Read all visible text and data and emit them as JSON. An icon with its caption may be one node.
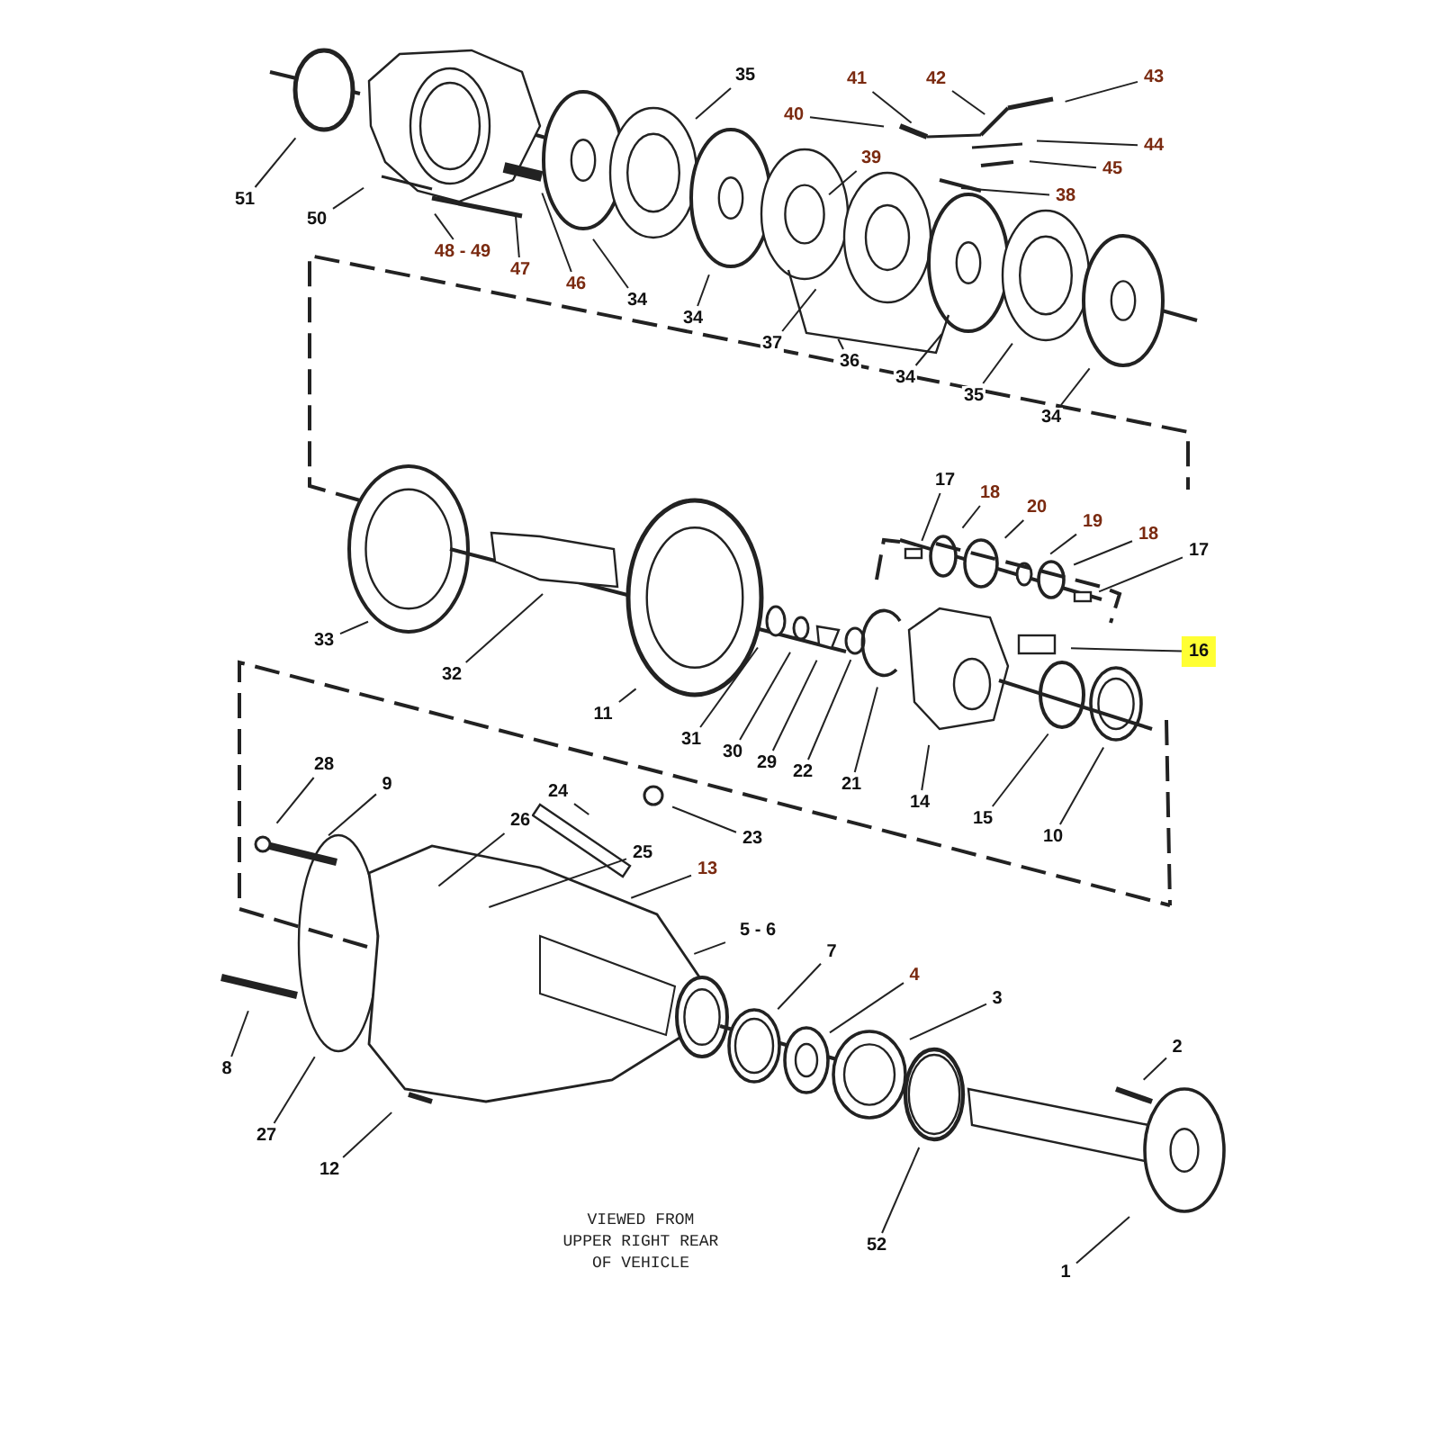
{
  "diagram": {
    "nodes": [
      {
        "text": [
          "51"
        ]
      },
      {
        "text": [
          "50"
        ]
      },
      {
        "text": [
          "48 - 49"
        ]
      },
      {
        "text": [
          "47"
        ]
      },
      {
        "text": [
          "46"
        ]
      },
      {
        "text": [
          "35"
        ]
      },
      {
        "text": [
          "34"
        ]
      },
      {
        "text": [
          "34"
        ]
      },
      {
        "text": [
          "37"
        ]
      },
      {
        "text": [
          "36"
        ]
      },
      {
        "text": [
          "34"
        ]
      },
      {
        "text": [
          "35"
        ]
      },
      {
        "text": [
          "34"
        ]
      },
      {
        "text": [
          "41"
        ]
      },
      {
        "text": [
          "42"
        ]
      },
      {
        "text": [
          "43"
        ]
      },
      {
        "text": [
          "40"
        ]
      },
      {
        "text": [
          "44"
        ]
      },
      {
        "text": [
          "45"
        ]
      },
      {
        "text": [
          "39"
        ]
      },
      {
        "text": [
          "38"
        ]
      },
      {
        "text": [
          "17"
        ]
      },
      {
        "text": [
          "18"
        ]
      },
      {
        "text": [
          "20"
        ]
      },
      {
        "text": [
          "19"
        ]
      },
      {
        "text": [
          "18"
        ]
      },
      {
        "text": [
          "17"
        ]
      },
      {
        "text": [
          "16"
        ]
      },
      {
        "text": [
          "33"
        ]
      },
      {
        "text": [
          "32"
        ]
      },
      {
        "text": [
          "11"
        ]
      },
      {
        "text": [
          "31"
        ]
      },
      {
        "text": [
          "30"
        ]
      },
      {
        "text": [
          "29"
        ]
      },
      {
        "text": [
          "22"
        ]
      },
      {
        "text": [
          "21"
        ]
      },
      {
        "text": [
          "14"
        ]
      },
      {
        "text": [
          "15"
        ]
      },
      {
        "text": [
          "10"
        ]
      },
      {
        "text": [
          "28"
        ]
      },
      {
        "text": [
          "9"
        ]
      },
      {
        "text": [
          "24"
        ]
      },
      {
        "text": [
          "23"
        ]
      },
      {
        "text": [
          "26"
        ]
      },
      {
        "text": [
          "25"
        ]
      },
      {
        "text": [
          "13"
        ]
      },
      {
        "text": [
          "5 - 6"
        ]
      },
      {
        "text": [
          "7"
        ]
      },
      {
        "text": [
          "4"
        ]
      },
      {
        "text": [
          "3"
        ]
      },
      {
        "text": [
          "2"
        ]
      },
      {
        "text": [
          "8"
        ]
      },
      {
        "text": [
          "27"
        ]
      },
      {
        "text": [
          "12"
        ]
      },
      {
        "text": [
          "52"
        ]
      },
      {
        "text": [
          "1"
        ]
      }
    ],
    "edges": [
      {
        "from": 0,
        "to": null,
        "arrow": "none"
      },
      {
        "from": 1,
        "to": null,
        "arrow": "none"
      },
      {
        "from": 2,
        "to": null,
        "arrow": "none"
      },
      {
        "from": 3,
        "to": null,
        "arrow": "none"
      },
      {
        "from": 4,
        "to": null,
        "arrow": "none"
      },
      {
        "from": 5,
        "to": null,
        "arrow": "none"
      },
      {
        "from": 6,
        "to": null,
        "arrow": "none"
      },
      {
        "from": 7,
        "to": null,
        "arrow": "none"
      },
      {
        "from": 8,
        "to": null,
        "arrow": "none"
      },
      {
        "from": 9,
        "to": null,
        "arrow": "none"
      },
      {
        "from": 10,
        "to": null,
        "arrow": "none"
      },
      {
        "from": 11,
        "to": null,
        "arrow": "none"
      },
      {
        "from": 12,
        "to": null,
        "arrow": "none"
      },
      {
        "from": 13,
        "to": null,
        "arrow": "none"
      },
      {
        "from": 14,
        "to": null,
        "arrow": "none"
      },
      {
        "from": 15,
        "to": null,
        "arrow": "none"
      },
      {
        "from": 16,
        "to": null,
        "arrow": "none"
      },
      {
        "from": 17,
        "to": null,
        "arrow": "none"
      },
      {
        "from": 18,
        "to": null,
        "arrow": "none"
      },
      {
        "from": 19,
        "to": null,
        "arrow": "none"
      },
      {
        "from": 20,
        "to": null,
        "arrow": "none"
      },
      {
        "from": 21,
        "to": null,
        "arrow": "none"
      },
      {
        "from": 22,
        "to": null,
        "arrow": "none"
      },
      {
        "from": 23,
        "to": null,
        "arrow": "none"
      },
      {
        "from": 24,
        "to": null,
        "arrow": "none"
      },
      {
        "from": 25,
        "to": null,
        "arrow": "none"
      },
      {
        "from": 26,
        "to": null,
        "arrow": "none"
      },
      {
        "from": 27,
        "to": null,
        "arrow": "none"
      },
      {
        "from": 28,
        "to": null,
        "arrow": "none"
      },
      {
        "from": 29,
        "to": null,
        "arrow": "none"
      },
      {
        "from": 30,
        "to": null,
        "arrow": "none"
      },
      {
        "from": 31,
        "to": null,
        "arrow": "none"
      },
      {
        "from": 32,
        "to": null,
        "arrow": "none"
      },
      {
        "from": 33,
        "to": null,
        "arrow": "none"
      },
      {
        "from": 34,
        "to": null,
        "arrow": "none"
      },
      {
        "from": 35,
        "to": null,
        "arrow": "none"
      },
      {
        "from": 36,
        "to": null,
        "arrow": "none"
      },
      {
        "from": 37,
        "to": null,
        "arrow": "none"
      },
      {
        "from": 38,
        "to": null,
        "arrow": "none"
      },
      {
        "from": 39,
        "to": null,
        "arrow": "none"
      },
      {
        "from": 40,
        "to": null,
        "arrow": "none"
      },
      {
        "from": 41,
        "to": null,
        "arrow": "none"
      },
      {
        "from": 42,
        "to": null,
        "arrow": "none"
      },
      {
        "from": 43,
        "to": null,
        "arrow": "none"
      },
      {
        "from": 44,
        "to": null,
        "arrow": "none"
      },
      {
        "from": 45,
        "to": null,
        "arrow": "none"
      },
      {
        "from": 46,
        "to": null,
        "arrow": "none"
      },
      {
        "from": 47,
        "to": null,
        "arrow": "none"
      },
      {
        "from": 48,
        "to": null,
        "arrow": "none"
      },
      {
        "from": 49,
        "to": null,
        "arrow": "none"
      },
      {
        "from": 50,
        "to": null,
        "arrow": "none"
      },
      {
        "from": 51,
        "to": null,
        "arrow": "none"
      },
      {
        "from": 52,
        "to": null,
        "arrow": "none"
      },
      {
        "from": 53,
        "to": null,
        "arrow": "none"
      },
      {
        "from": 54,
        "to": null,
        "arrow": "none"
      },
      {
        "from": 55,
        "to": null,
        "arrow": "none"
      }
    ],
    "labels": [
      "VIEWED FROM UPPER RIGHT REAR OF VEHICLE"
    ]
  }
}
